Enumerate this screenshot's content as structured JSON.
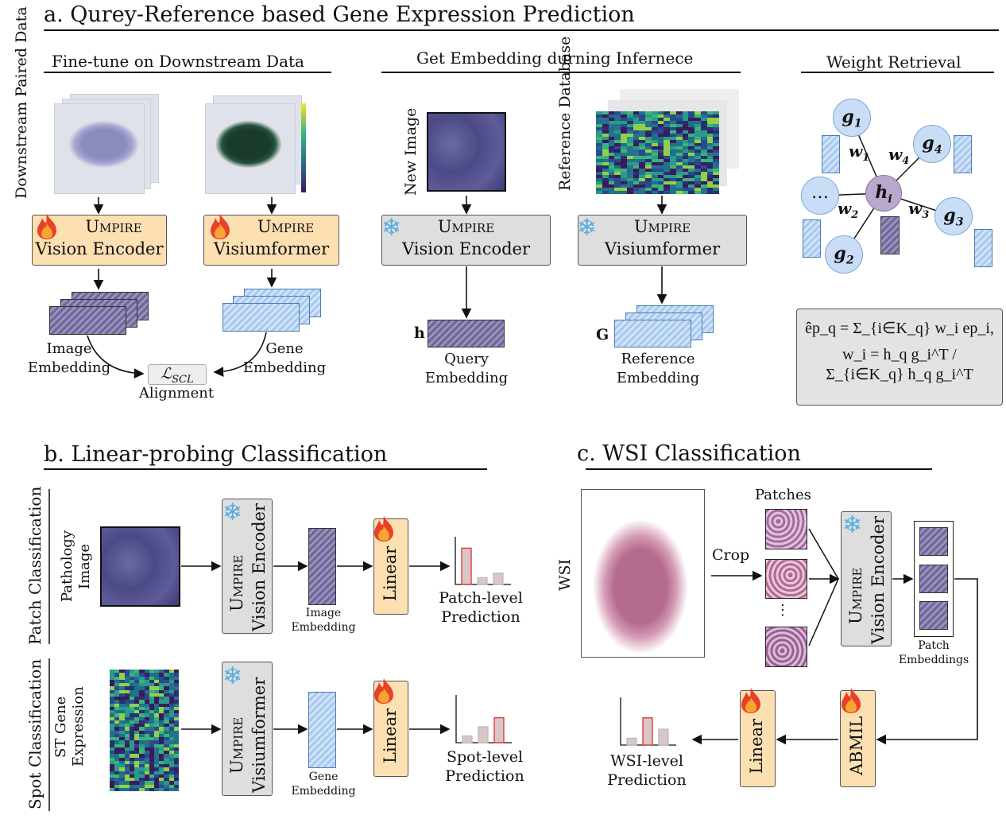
{
  "section_a": {
    "title": "a. Qurey-Reference based Gene Expression Prediction",
    "finetune": {
      "title": "Fine-tune on Downstream Data",
      "side_label": "Downstream Paired Data",
      "encoder_name": "Umpire",
      "encoder_type": "Vision Encoder",
      "former_name": "Umpire",
      "former_type": "Visiumformer",
      "image_embedding": "Image Embedding",
      "gene_embedding": "Gene Embedding",
      "loss": "ℒ",
      "loss_sub": "SCL",
      "alignment": "Alignment"
    },
    "inference": {
      "title": "Get Embedding durning Infernece",
      "new_image": "New Image",
      "reference_db": "Reference Database",
      "encoder_name": "Umpire",
      "encoder_type": "Vision Encoder",
      "former_name": "Umpire",
      "former_type": "Visiumformer",
      "h": "h",
      "G": "G",
      "query_embedding": "Query Embedding",
      "reference_embedding": "Reference Embedding"
    },
    "retrieval": {
      "title": "Weight Retrieval",
      "nodes": {
        "g1": "g",
        "g1_sub": "1",
        "g2": "g",
        "g2_sub": "2",
        "g3": "g",
        "g3_sub": "3",
        "g4": "g",
        "g4_sub": "4",
        "hi": "h",
        "hi_sub": "i",
        "dots": "…"
      },
      "weights": {
        "w1": "w",
        "w1_sub": "1",
        "w2": "w",
        "w2_sub": "2",
        "w3": "w",
        "w3_sub": "3",
        "w4": "w",
        "w4_sub": "4"
      },
      "formula_line1": "êp_q = Σ_{i∈K_q} w_i ep_i,",
      "formula_line2": "w_i = h_q g_i^T / Σ_{i∈K_q} h_q g_i^T"
    }
  },
  "section_b": {
    "title": "b. Linear-probing Classification",
    "patch": {
      "side_label": "Patch Classification",
      "input_label": "Pathology Image",
      "encoder_name": "Umpire",
      "encoder_type": "Vision Encoder",
      "embedding": "Image Embedding",
      "linear": "Linear",
      "prediction": "Patch-level Prediction",
      "bars": [
        0.8,
        0.15,
        0.25
      ]
    },
    "spot": {
      "side_label": "Spot Classification",
      "input_label": "ST Gene Expression",
      "encoder_name": "Umpire",
      "encoder_type": "Visiumformer",
      "embedding": "Gene Embedding",
      "linear": "Linear",
      "prediction": "Spot-level Prediction",
      "bars": [
        0.15,
        0.35,
        0.55
      ]
    }
  },
  "section_c": {
    "title": "c. WSI Classification",
    "wsi": "WSI",
    "crop": "Crop",
    "patches": "Patches",
    "dots": "⋮",
    "encoder_name": "Umpire",
    "encoder_type": "Vision Encoder",
    "patch_embeddings": "Patch Embeddings",
    "abmil": "ABMIL",
    "linear": "Linear",
    "prediction": "WSI-level Prediction",
    "bars": [
      0.15,
      0.6,
      0.35
    ]
  },
  "colors": {
    "trainable_box": "#fde0b2",
    "frozen_box": "#dedede",
    "image_embedding": "#7a73a6",
    "gene_embedding": "#b6d2f2",
    "prediction_bar": "#e03030",
    "snowflake": "#55aee0"
  },
  "icons": {
    "trainable": "flame-icon",
    "frozen": "snowflake-icon"
  }
}
